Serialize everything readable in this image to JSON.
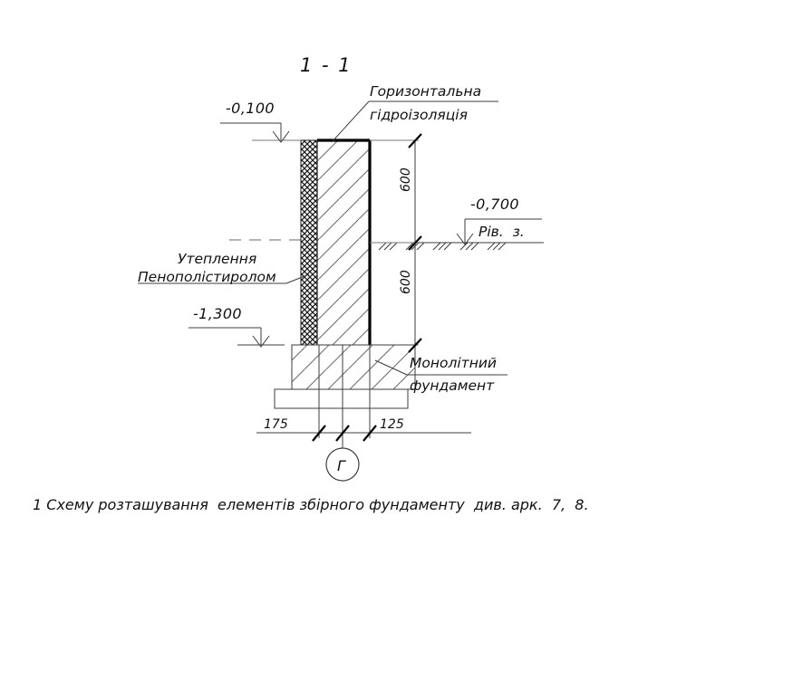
{
  "drawing": {
    "title": "1 - 1",
    "labels": {
      "waterproofing_line1": "Горизонтальна",
      "waterproofing_line2": "гідроізоляція",
      "insulation_line1": "Утеплення",
      "insulation_line2": "Пенополістиролом",
      "foundation_line1": "Монолітний",
      "foundation_line2": "фундамент",
      "ground_level": "Рів.  з."
    },
    "elevations": {
      "top": "-0,100",
      "ground": "-0,700",
      "bottom": "-1,300"
    },
    "dimensions": {
      "vertical_upper": "600",
      "vertical_lower": "600",
      "horizontal_left": "175",
      "horizontal_right": "125"
    },
    "axis_marker": "Г",
    "note": "1 Схему розташування  елементів збірного фундаменту  див. арк.  7,  8.",
    "colors": {
      "ink": "#111111",
      "line": "#3c3c3c",
      "thin_line": "#7a7a7a",
      "heavy_line": "#000000",
      "dashed_line": "#9a9a9a",
      "background": "#ffffff"
    }
  }
}
